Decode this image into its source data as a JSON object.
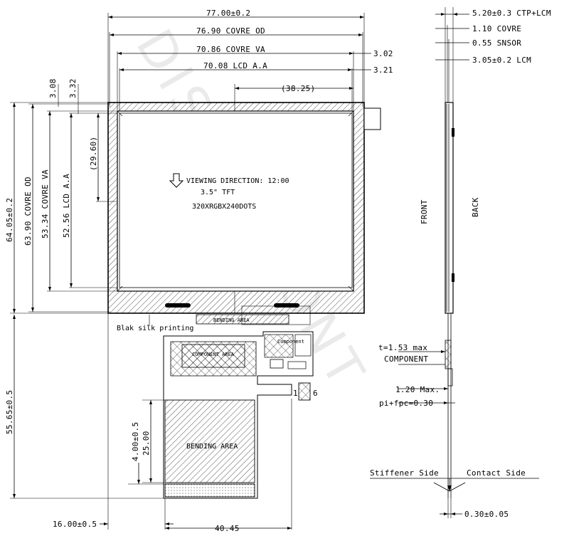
{
  "watermark": "DISPLAYCONT",
  "front_view": {
    "top_dims": {
      "ctp_width": "77.00±0.2",
      "cover_od_width": "76.90 COVRE OD",
      "cover_va_width": "70.86 COVRE VA",
      "lcd_aa_width": "70.08 LCD A.A",
      "right_offset_1": "3.02",
      "right_offset_2": "3.21",
      "center_offset": "(38.25)"
    },
    "left_dims": {
      "top_offset_1": "3.08",
      "top_offset_2": "3.32",
      "ctp_height": "64.05±0.2",
      "cover_od_height": "63.90 COVRE OD",
      "cover_va_height": "53.34 COVRE VA",
      "lcd_aa_height": "52.56 LCD A.A",
      "center_offset": "(29.60)"
    },
    "panel_text": {
      "viewing": "VIEWING DIRECTION: 12:00",
      "size": "3.5\" TFT",
      "resolution": "320XRGBX240DOTS"
    },
    "fpc": {
      "silk_label": "Blak silk printing",
      "bending_area_top": "BENDING AREA",
      "component_area": "COMPONENT AREA",
      "component_small": "Component",
      "bending_area_tail": "BENDING AREA",
      "tail_dim": "25.00",
      "tail_offset": "4.00±0.5",
      "fpc_length": "55.65±0.5",
      "fpc_left_offset": "16.00±0.5",
      "fpc_width": "40.45",
      "pin_first": "1",
      "pin_last": "6"
    }
  },
  "side_view": {
    "total_thickness": "5.20±0.3 CTP+LCM",
    "cover_thickness": "1.10 COVRE",
    "sensor_thickness": "0.55 SNSOR",
    "lcm_thickness": "3.05±0.2 LCM",
    "front": "FRONT",
    "back": "BACK",
    "component_thickness": "t=1.53 max",
    "component_label": "COMPONENT",
    "max_thickness": "1.20 Max.",
    "pi_fpc": "pi+fpc=0.30",
    "stiffener_side": "Stiffener Side",
    "contact_side": "Contact Side",
    "tail_thickness": "0.30±0.05"
  }
}
